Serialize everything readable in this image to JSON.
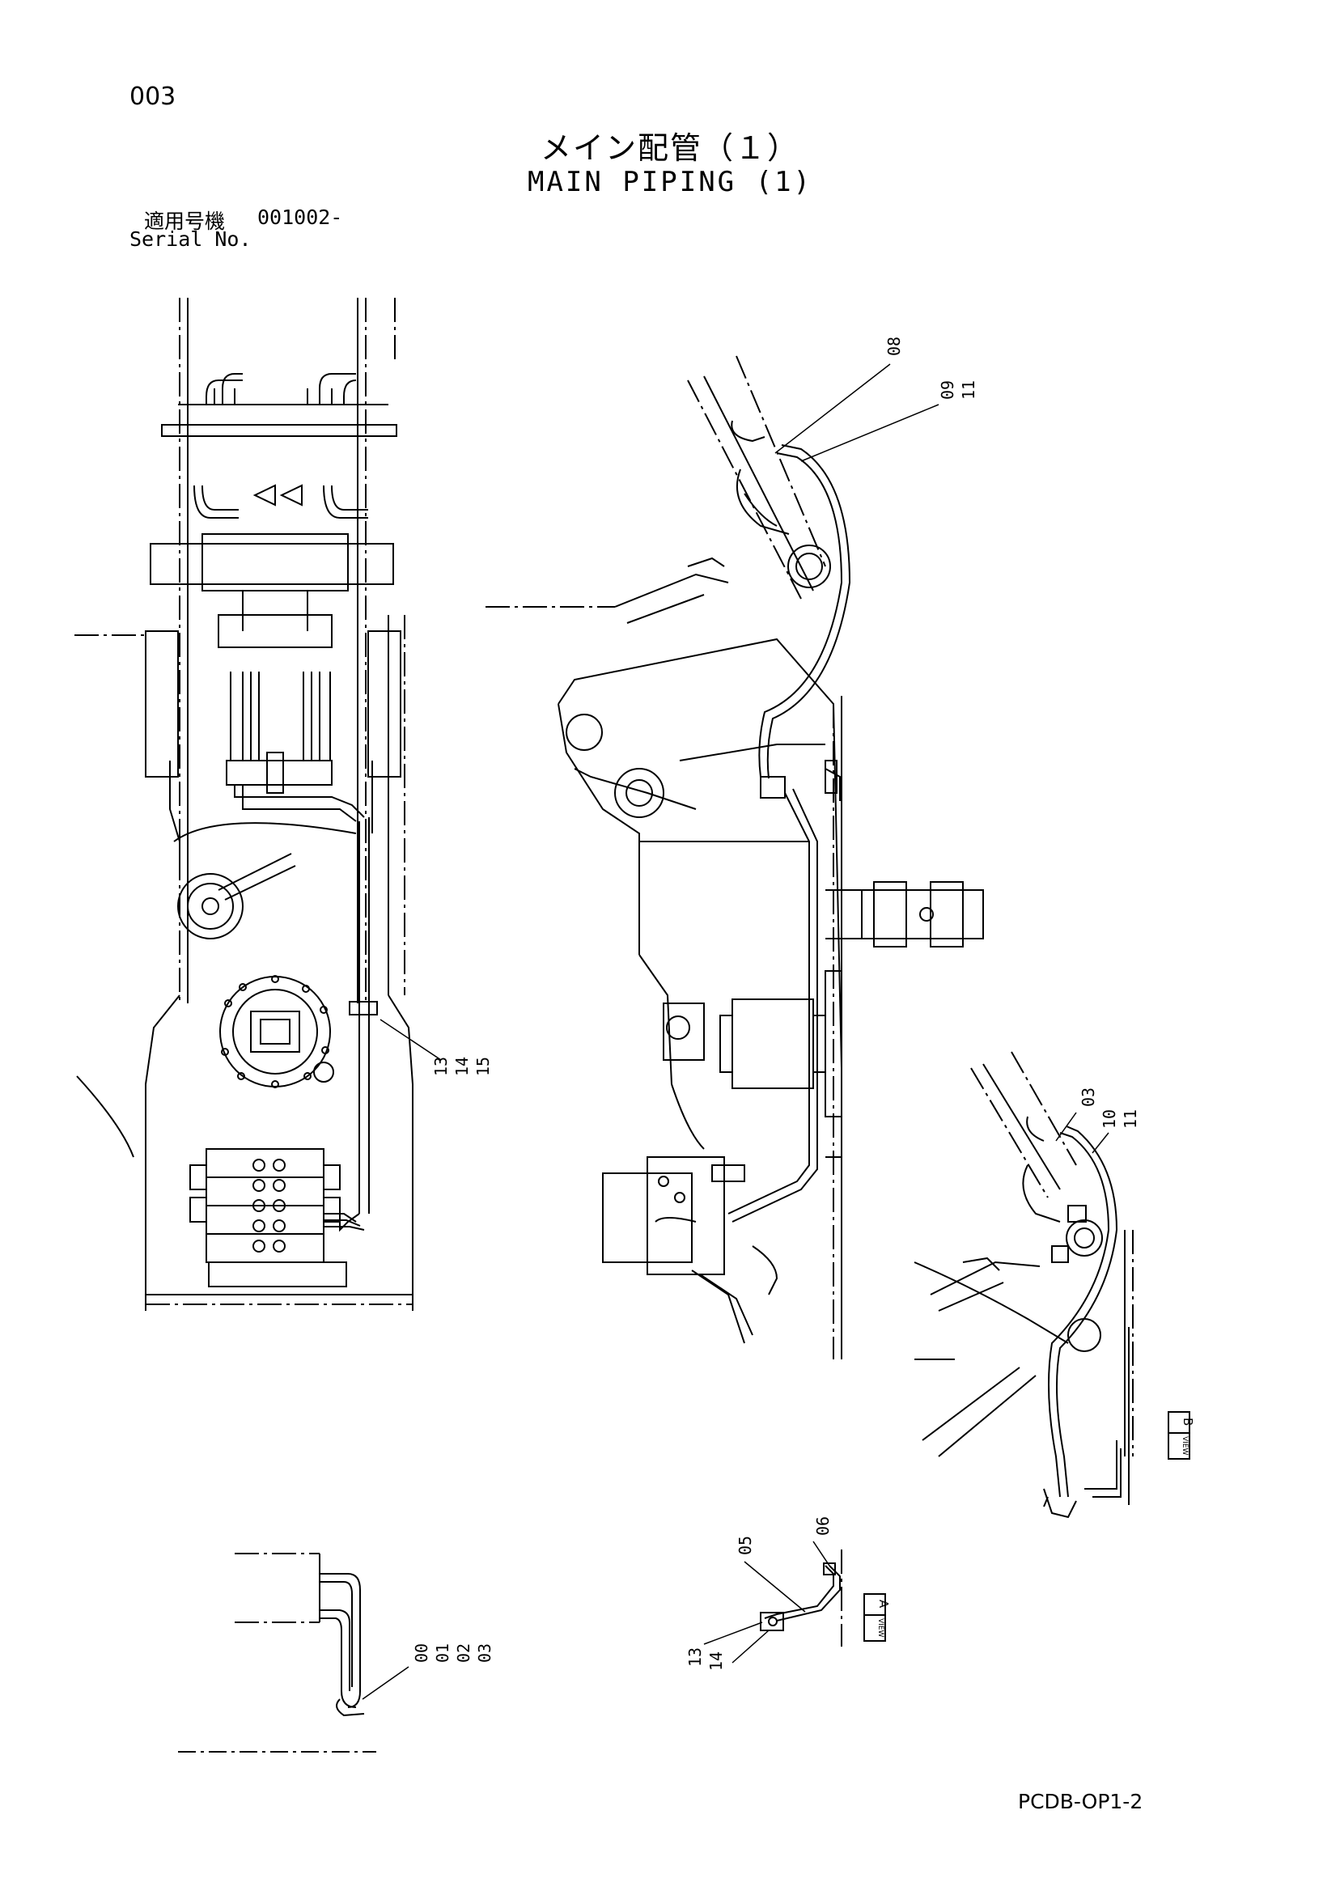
{
  "header": {
    "page_number": "003",
    "title_jp": "メイン配管（１）",
    "title_en": "MAIN PIPING (1)",
    "serial_label_jp": "適用号機",
    "serial_value": "001002-",
    "serial_label_en": "Serial No."
  },
  "callouts": {
    "center_left": [
      "13",
      "14",
      "15"
    ],
    "top_right": [
      "08",
      "09",
      "11"
    ],
    "right": [
      "03",
      "10",
      "11"
    ],
    "bottom_left": [
      "00",
      "01",
      "02",
      "03"
    ],
    "bottom_center_a": [
      "05",
      "06"
    ],
    "bottom_center_b": [
      "13",
      "14"
    ]
  },
  "section_tags": {
    "a": "A",
    "b": "B",
    "tag_prefix": "VIEW"
  },
  "footer": {
    "doc_code": "PCDB-OP1-2"
  }
}
